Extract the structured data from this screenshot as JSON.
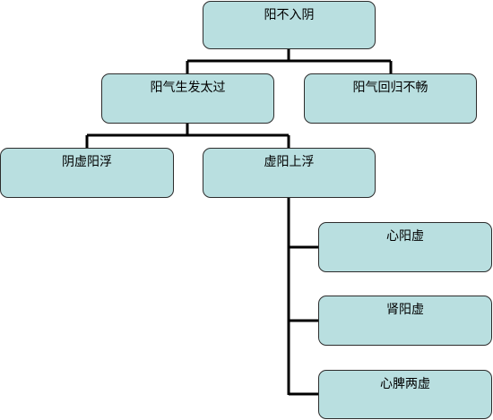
{
  "diagram": {
    "root": {
      "label": "阳不入阴"
    },
    "level1": [
      {
        "label": "阳气生发太过"
      },
      {
        "label": "阳气回归不畅"
      }
    ],
    "level2": [
      {
        "label": "阴虚阳浮"
      },
      {
        "label": "虚阳上浮"
      }
    ],
    "level3": [
      {
        "label": "心阳虚"
      },
      {
        "label": "肾阳虚"
      },
      {
        "label": "心脾两虚"
      }
    ]
  },
  "colors": {
    "node_fill": "#b9dfe0",
    "node_border": "#2c2c2c",
    "connector": "#000000"
  }
}
